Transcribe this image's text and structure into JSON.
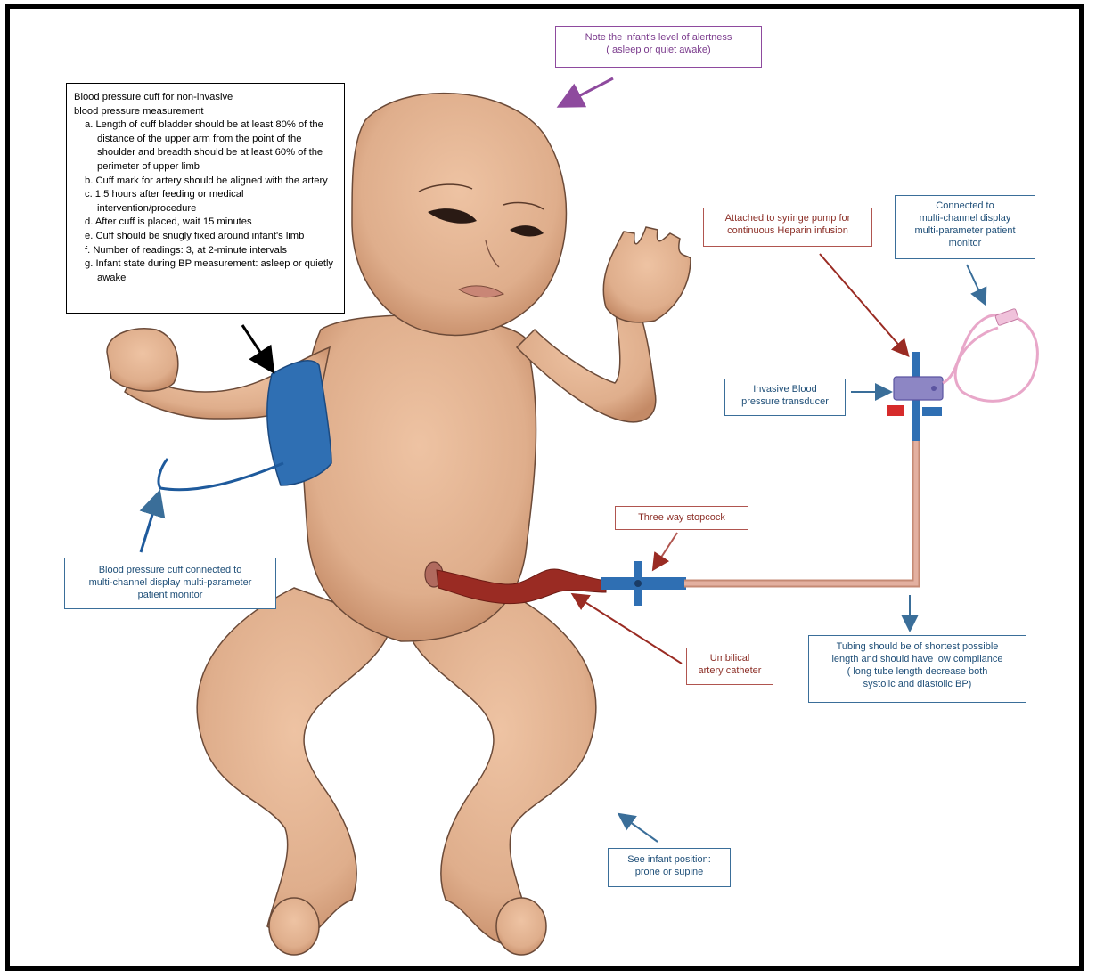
{
  "labels": {
    "alertness": [
      "Note the infant's level of alertness",
      "( asleep or quiet awake)"
    ],
    "cuff_heading": [
      "Blood pressure cuff for non-invasive",
      "blood pressure measurement"
    ],
    "cuff_items": [
      "a. Length of cuff bladder should be at least 80% of the distance of the upper arm from the point of the shoulder and breadth should be at least 60% of the perimeter of upper limb",
      "b. Cuff mark for artery should be aligned with the artery",
      "c. 1.5 hours after feeding or medical intervention/procedure",
      "d. After cuff is placed, wait 15 minutes",
      "e. Cuff should be snugly fixed around infant's limb",
      "f. Number of readings: 3, at 2-minute intervals",
      "g. Infant state during BP measurement: asleep or quietly awake"
    ],
    "syringe_pump": [
      "Attached to syringe pump for",
      "continuous Heparin infusion"
    ],
    "monitor_connection": [
      "Connected to",
      "multi-channel display",
      "multi-parameter patient",
      "monitor"
    ],
    "transducer": [
      "Invasive Blood",
      "pressure transducer"
    ],
    "stopcock": "Three way stopcock",
    "cuff_monitor": [
      "Blood pressure cuff connected to",
      "multi-channel display multi-parameter",
      "patient monitor"
    ],
    "catheter": [
      "Umbilical",
      "artery catheter"
    ],
    "tubing": [
      "Tubing should be of shortest possible",
      "length and should have low compliance",
      "( long tube length decrease both",
      "systolic and diastolic BP)"
    ],
    "position": [
      "See infant position:",
      "prone or supine"
    ]
  },
  "colors": {
    "skin": "#dfae8c",
    "skin_shadow": "#c48a66",
    "cuff": "#2f6fb3",
    "catheter": "#9a2b23",
    "tubing": "#d49a85",
    "transducer": "#8d86c4",
    "cable": "#e8a7c9",
    "purple_label": "#8e4a9e",
    "blue_label": "#3a6e99",
    "red_label": "#b0554f"
  }
}
